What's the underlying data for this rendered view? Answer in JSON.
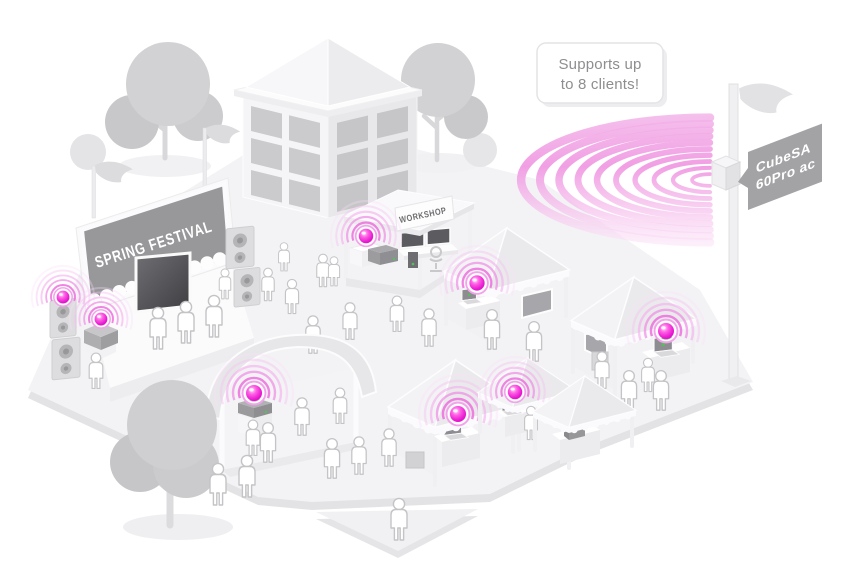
{
  "scene": {
    "callout": {
      "line1": "Supports up",
      "line2": "to 8 clients!"
    },
    "ap": {
      "sign_line1": "CubeSA",
      "sign_line2": "60Pro ac"
    },
    "stage": {
      "banner": "SPRING FESTIVAL"
    },
    "workshop": {
      "sign": "WORKSHOP"
    },
    "clients": {
      "count": 8
    }
  },
  "colors": {
    "background": "#ffffff",
    "client_magenta": "#e81ad2",
    "signal_pink": "#f09ae2",
    "halo_pink": "#ee7fe0",
    "banner_gray": "#98989b",
    "sign_gray": "#a3a3a6",
    "callout_text": "#8e8e90",
    "outline_gray": "#c4c4c7",
    "led_green": "#52c15a"
  },
  "icons": {
    "beam": "wifi-beam-icon",
    "client": "wifi-client-dot-icon",
    "flag": "pennant-flag-icon",
    "tree": "tree-icon",
    "person": "person-icon",
    "speaker": "speaker-icon",
    "laptop": "laptop-icon",
    "tv": "screen-icon"
  }
}
